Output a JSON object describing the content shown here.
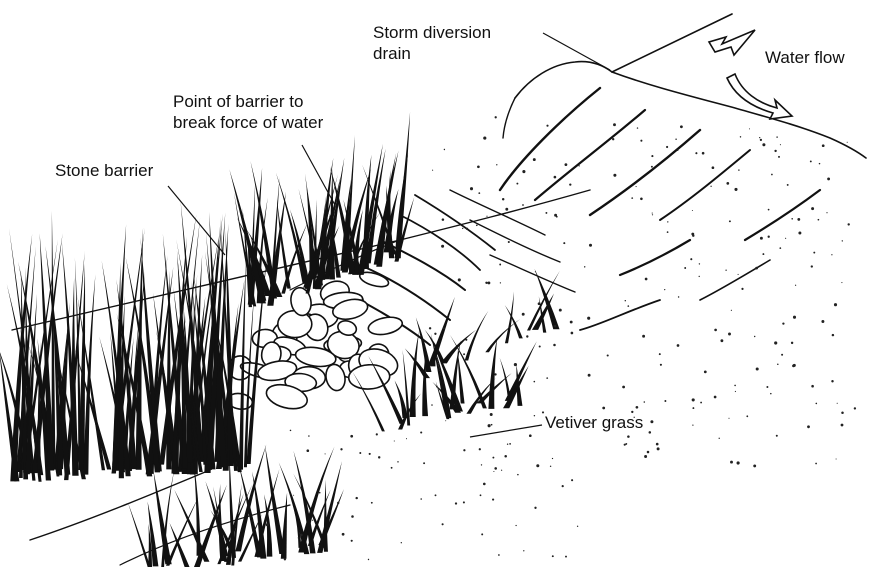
{
  "labels": {
    "storm_drain_line1": "Storm diversion",
    "storm_drain_line2": "drain",
    "point_line1": "Point of barrier to",
    "point_line2": "break force of water",
    "stone_barrier": "Stone barrier",
    "vetiver_grass": "Vetiver grass",
    "water_flow": "Water flow"
  },
  "colors": {
    "ink": "#111111",
    "paper": "#ffffff"
  },
  "icons": [
    "flow-arrow-icon",
    "curved-flow-arrow-icon"
  ]
}
